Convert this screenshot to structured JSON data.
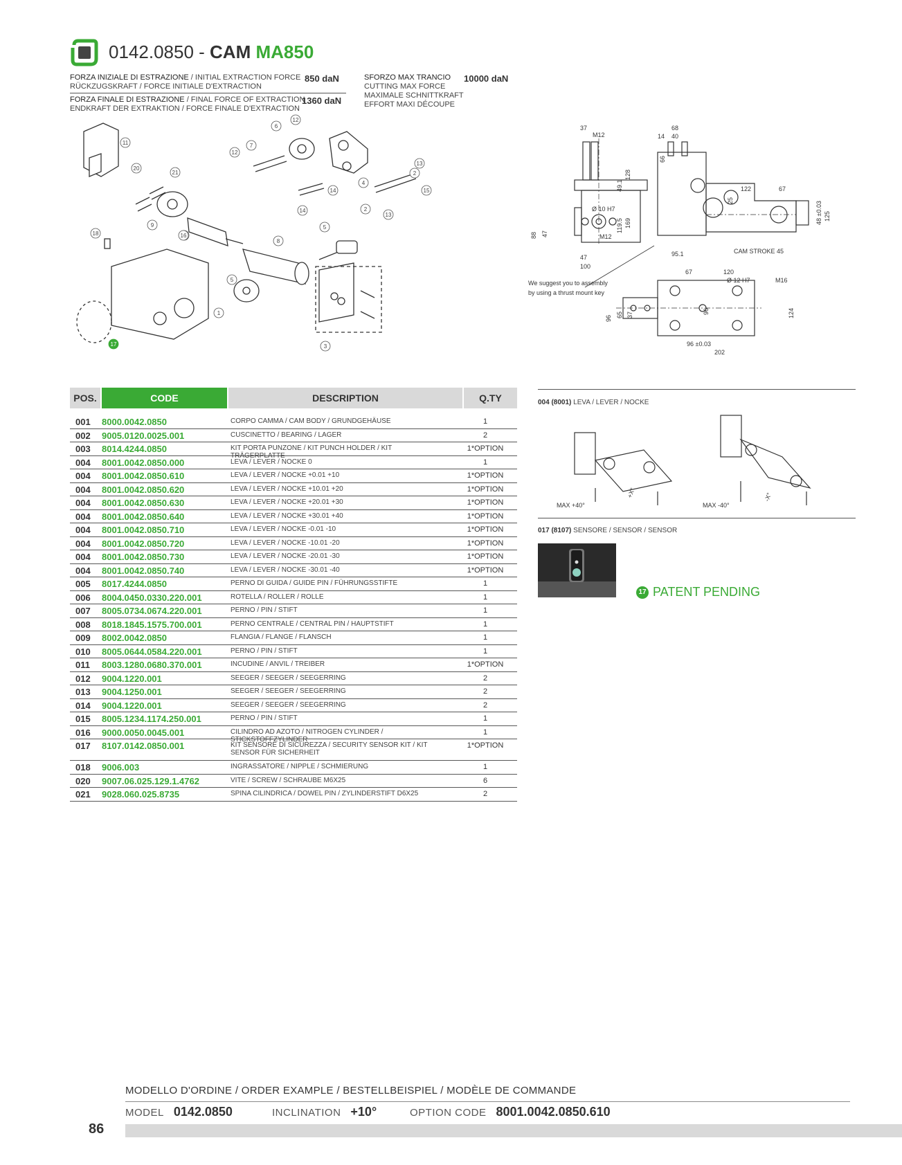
{
  "header": {
    "code": "0142.0850",
    "separator": " - ",
    "cam": "CAM",
    "model": "MA850"
  },
  "specs": {
    "initial_force_it": "FORZA INIZIALE DI ESTRAZIONE",
    "initial_force_rest": " / INITIAL EXTRACTION FORCE",
    "initial_force_line2": "RÜCKZUGSKRAFT / FORCE INITIALE D'EXTRACTION",
    "initial_force_value": "850 daN",
    "final_force_it": "FORZA FINALE DI ESTRAZIONE",
    "final_force_rest": " / FINAL FORCE OF EXTRACTION",
    "final_force_line2": "ENDKRAFT DER EXTRAKTION / FORCE FINALE D'EXTRACTION",
    "final_force_value": "1360 daN",
    "cutting_line1": "SFORZO MAX TRANCIO",
    "cutting_line2": "CUTTING MAX FORCE",
    "cutting_line3": "MAXIMALE SCHNITTKRAFT",
    "cutting_line4": "EFFORT MAXI DÉCOUPE",
    "cutting_value": "10000 daN"
  },
  "exploded_labels": [
    "11",
    "6",
    "12",
    "7",
    "12",
    "20",
    "21",
    "14",
    "4",
    "2",
    "13",
    "15",
    "16",
    "14",
    "2",
    "13",
    "9",
    "5",
    "18",
    "16",
    "8",
    "5",
    "1",
    "3",
    "17"
  ],
  "dims": {
    "front": [
      "37",
      "M12",
      "128",
      "49.1",
      "169",
      "119.5",
      "88",
      "47",
      "Ø 10 H7",
      "M12",
      "47",
      "100"
    ],
    "side": [
      "68",
      "14",
      "40",
      "66",
      "122",
      "67",
      "25",
      "48 ±0.03",
      "125",
      "95.1",
      "CAM STROKE 45"
    ],
    "bottom": [
      "67",
      "120",
      "Ø 12 H7",
      "M16",
      "96",
      "65",
      "37",
      "96",
      "124",
      "96 ±0.03",
      "202"
    ],
    "note_line1": "We suggest you to assembly",
    "note_line2": "by using a thrust mount key"
  },
  "table": {
    "headers": {
      "pos": "POS.",
      "code": "CODE",
      "description": "DESCRIPTION",
      "qty": "Q.TY"
    },
    "rows": [
      {
        "pos": "001",
        "code": "8000.0042.0850",
        "desc": "CORPO CAMMA / CAM BODY / GRUNDGEHÄUSE",
        "qty": "1"
      },
      {
        "pos": "002",
        "code": "9005.0120.0025.001",
        "desc": "CUSCINETTO / BEARING / LAGER",
        "qty": "2"
      },
      {
        "pos": "003",
        "code": "8014.4244.0850",
        "desc": "KIT PORTA PUNZONE / KIT PUNCH HOLDER / KIT TRÄGERPLATTE",
        "qty": "1*OPTION"
      },
      {
        "pos": "004",
        "code": "8001.0042.0850.000",
        "desc": "LEVA / LEVER / NOCKE 0",
        "qty": "1"
      },
      {
        "pos": "004",
        "code": "8001.0042.0850.610",
        "desc": "LEVA / LEVER / NOCKE +0.01 +10",
        "qty": "1*OPTION"
      },
      {
        "pos": "004",
        "code": "8001.0042.0850.620",
        "desc": "LEVA / LEVER / NOCKE +10.01 +20",
        "qty": "1*OPTION"
      },
      {
        "pos": "004",
        "code": "8001.0042.0850.630",
        "desc": "LEVA / LEVER / NOCKE +20.01 +30",
        "qty": "1*OPTION"
      },
      {
        "pos": "004",
        "code": "8001.0042.0850.640",
        "desc": "LEVA / LEVER / NOCKE +30.01 +40",
        "qty": "1*OPTION"
      },
      {
        "pos": "004",
        "code": "8001.0042.0850.710",
        "desc": "LEVA / LEVER / NOCKE -0.01 -10",
        "qty": "1*OPTION"
      },
      {
        "pos": "004",
        "code": "8001.0042.0850.720",
        "desc": "LEVA / LEVER / NOCKE -10.01 -20",
        "qty": "1*OPTION"
      },
      {
        "pos": "004",
        "code": "8001.0042.0850.730",
        "desc": "LEVA / LEVER / NOCKE -20.01 -30",
        "qty": "1*OPTION"
      },
      {
        "pos": "004",
        "code": "8001.0042.0850.740",
        "desc": "LEVA / LEVER / NOCKE -30.01 -40",
        "qty": "1*OPTION"
      },
      {
        "pos": "005",
        "code": "8017.4244.0850",
        "desc": "PERNO DI GUIDA / GUIDE PIN / FÜHRUNGSSTIFTE",
        "qty": "1"
      },
      {
        "pos": "006",
        "code": "8004.0450.0330.220.001",
        "desc": "ROTELLA / ROLLER / ROLLE",
        "qty": "1"
      },
      {
        "pos": "007",
        "code": "8005.0734.0674.220.001",
        "desc": "PERNO / PIN / STIFT",
        "qty": "1"
      },
      {
        "pos": "008",
        "code": "8018.1845.1575.700.001",
        "desc": "PERNO CENTRALE / CENTRAL PIN / HAUPTSTIFT",
        "qty": "1"
      },
      {
        "pos": "009",
        "code": "8002.0042.0850",
        "desc": "FLANGIA / FLANGE / FLANSCH",
        "qty": "1"
      },
      {
        "pos": "010",
        "code": "8005.0644.0584.220.001",
        "desc": "PERNO / PIN / STIFT",
        "qty": "1"
      },
      {
        "pos": "011",
        "code": "8003.1280.0680.370.001",
        "desc": "INCUDINE / ANVIL / TREIBER",
        "qty": "1*OPTION"
      },
      {
        "pos": "012",
        "code": "9004.1220.001",
        "desc": "SEEGER / SEEGER / SEEGERRING",
        "qty": "2"
      },
      {
        "pos": "013",
        "code": "9004.1250.001",
        "desc": "SEEGER / SEEGER / SEEGERRING",
        "qty": "2"
      },
      {
        "pos": "014",
        "code": "9004.1220.001",
        "desc": "SEEGER / SEEGER / SEEGERRING",
        "qty": "2"
      },
      {
        "pos": "015",
        "code": "8005.1234.1174.250.001",
        "desc": "PERNO / PIN / STIFT",
        "qty": "1"
      },
      {
        "pos": "016",
        "code": "9000.0050.0045.001",
        "desc": "CILINDRO AD AZOTO / NITROGEN CYLINDER / STICKSTOFFZYLINDER",
        "qty": "1"
      },
      {
        "pos": "017",
        "code": "8107.0142.0850.001",
        "desc": "KIT SENSORE DI SICUREZZA / SECURITY SENSOR KIT / KIT SENSOR FÜR SICHERHEIT",
        "qty": "1*OPTION"
      },
      {
        "pos": "018",
        "code": "9006.003",
        "desc": "INGRASSATORE / NIPPLE / SCHMIERUNG",
        "qty": "1"
      },
      {
        "pos": "020",
        "code": "9007.06.025.129.1.4762",
        "desc": "VITE / SCREW / SCHRAUBE M6X25",
        "qty": "6"
      },
      {
        "pos": "021",
        "code": "9028.060.025.8735",
        "desc": "SPINA CILINDRICA / DOWEL PIN / ZYLINDERSTIFT D6X25",
        "qty": "2"
      }
    ]
  },
  "lever_section": {
    "label_code": "004 (8001)",
    "label_text": " LEVA / LEVER / NOCKE",
    "max_plus": "MAX +40°",
    "max_minus": "MAX -40°",
    "angle_plus": "+X°",
    "angle_minus": "-X°"
  },
  "sensor_section": {
    "label_code": "017 (8107)",
    "label_text": " SENSORE / SENSOR / SENSOR",
    "badge": "17",
    "patent": "PATENT PENDING"
  },
  "order": {
    "title": "MODELLO D'ORDINE / ORDER EXAMPLE / BESTELLBEISPIEL / MODÈLE DE COMMANDE",
    "model_label": "MODEL",
    "model_value": "0142.0850",
    "inclination_label": "INCLINATION",
    "inclination_value": "+10°",
    "option_label": "OPTION CODE",
    "option_value": "8001.0042.0850.610"
  },
  "page_number": "86",
  "colors": {
    "brand_green": "#3aaa35",
    "header_grey": "#d9d9d9",
    "text": "#333333"
  }
}
